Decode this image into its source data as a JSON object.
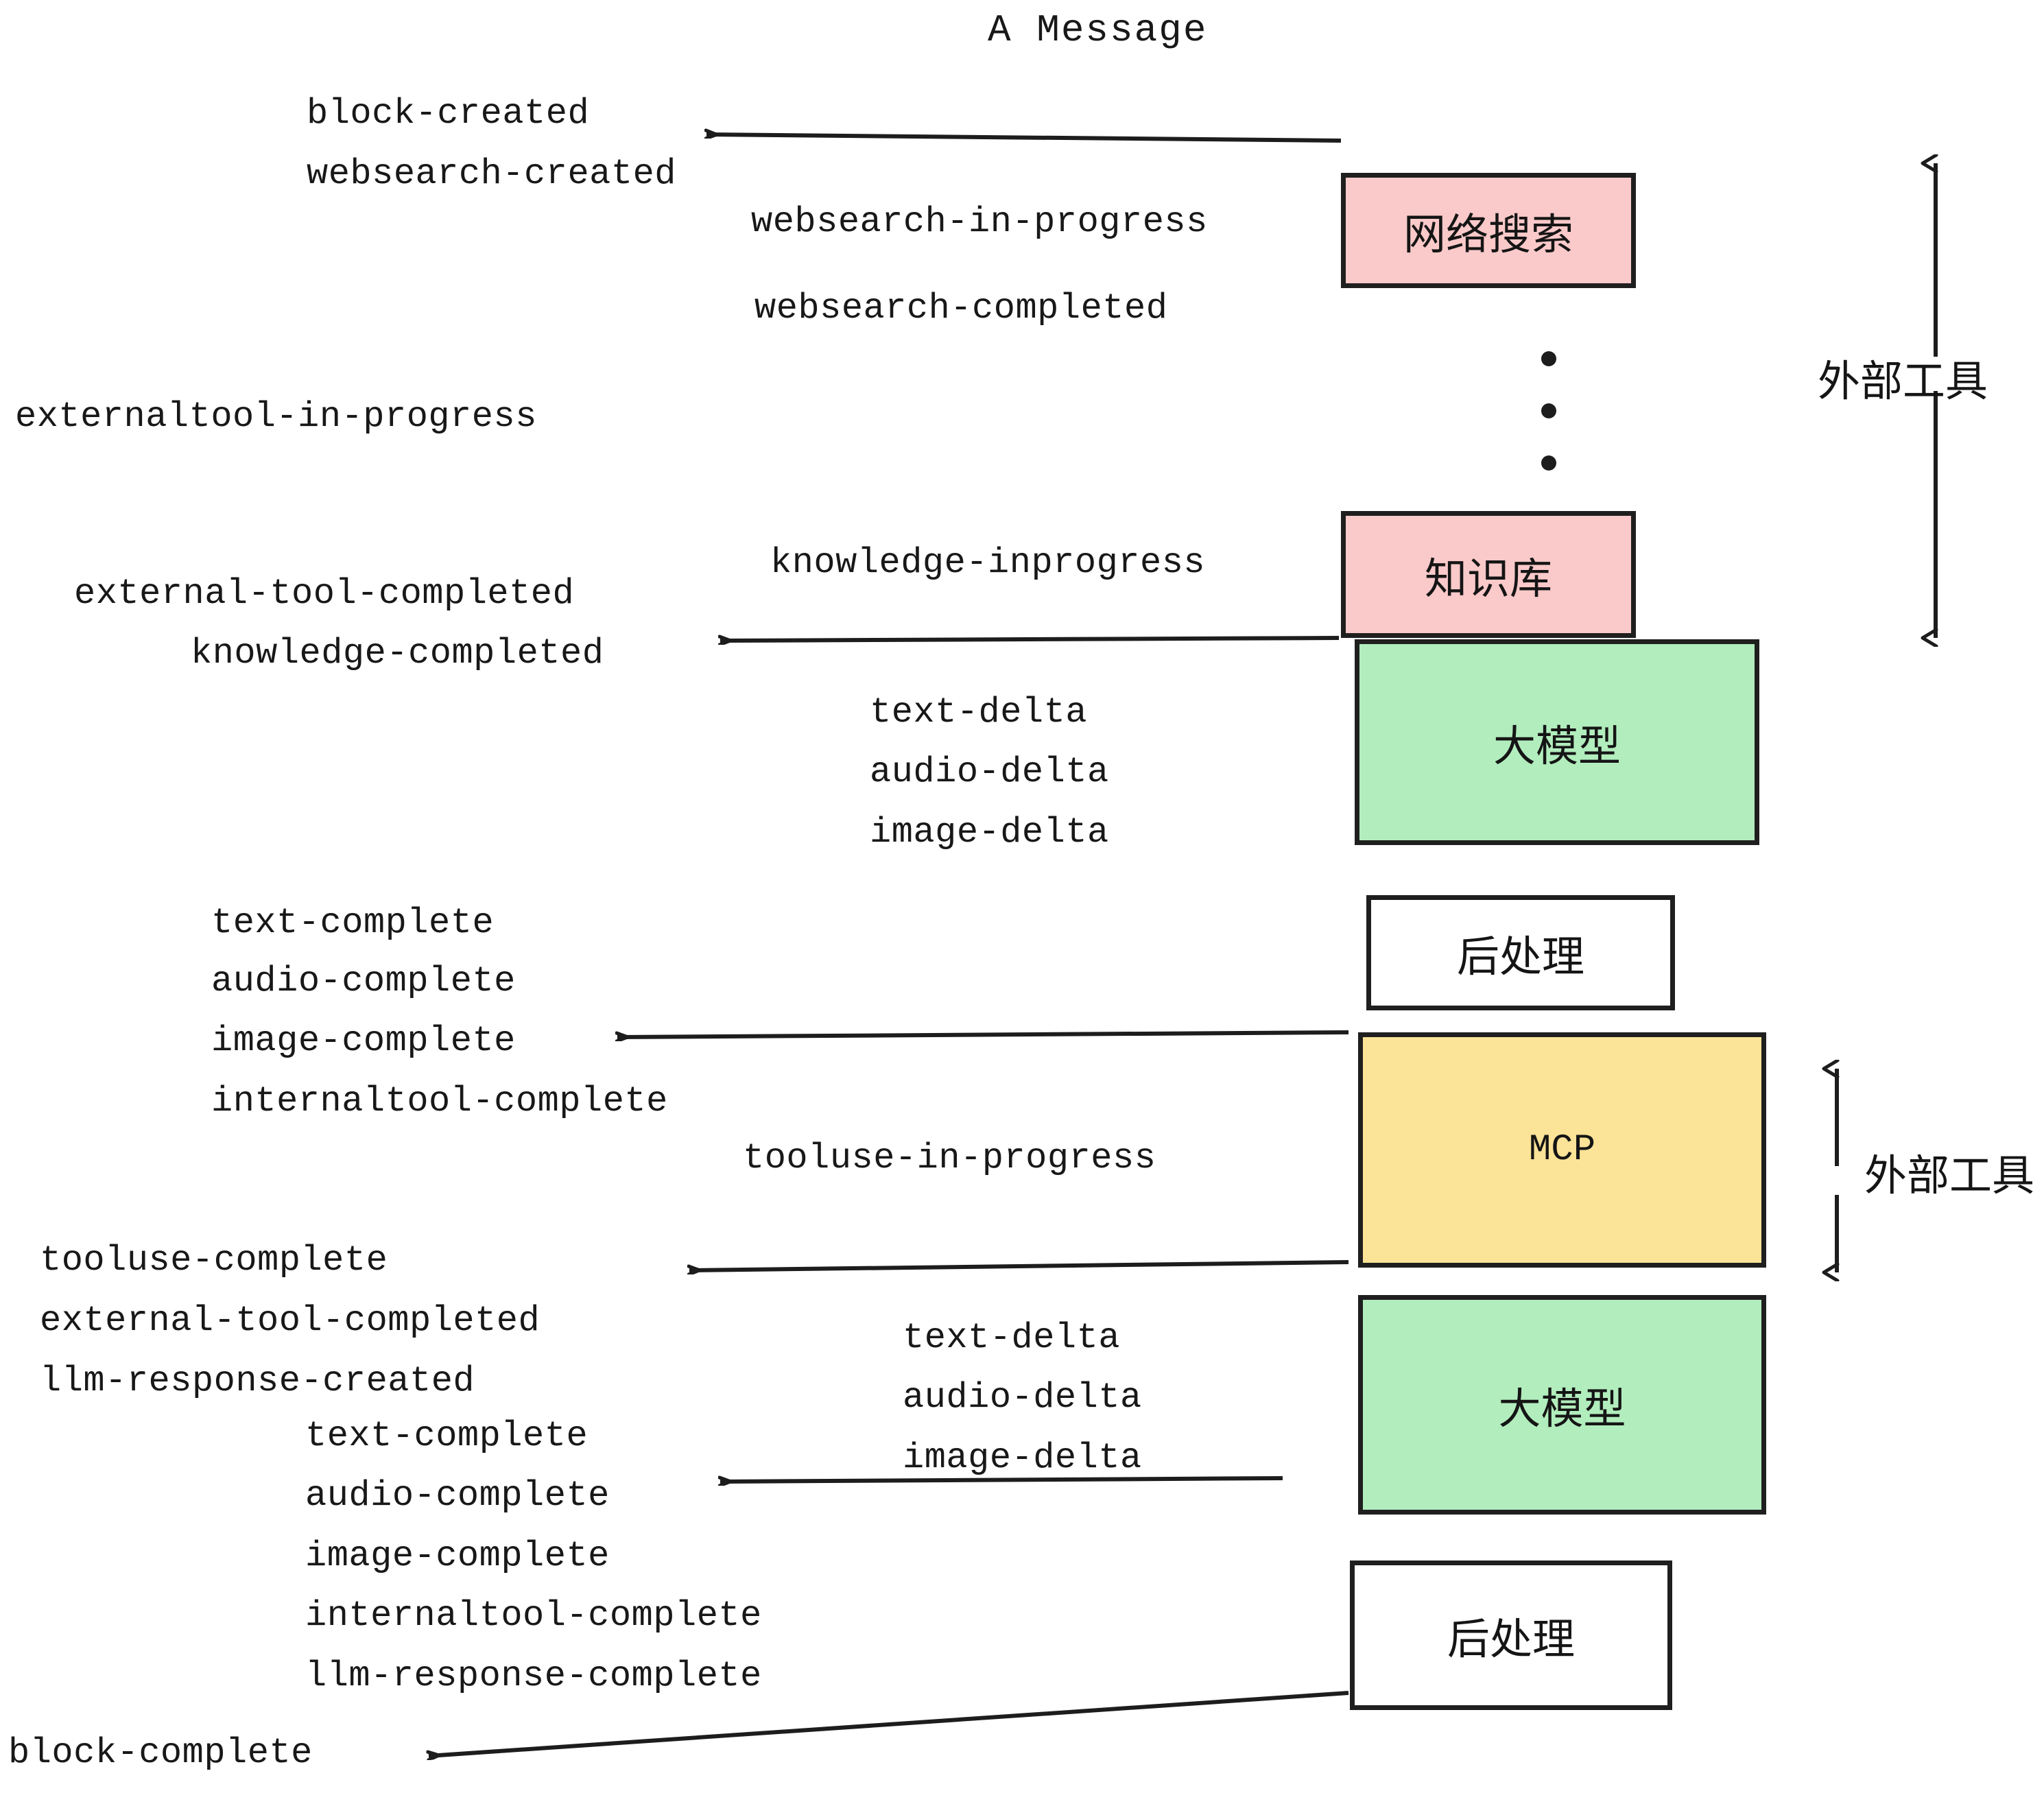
{
  "title": "A Message",
  "events": [
    {
      "id": "block-created",
      "text": "block-created"
    },
    {
      "id": "websearch-created",
      "text": "websearch-created"
    },
    {
      "id": "websearch-in-progress",
      "text": "websearch-in-progress"
    },
    {
      "id": "websearch-completed",
      "text": "websearch-completed"
    },
    {
      "id": "externaltool-in-progress",
      "text": "externaltool-in-progress"
    },
    {
      "id": "knowledge-inprogress",
      "text": "knowledge-inprogress"
    },
    {
      "id": "external-tool-completed-1",
      "text": "external-tool-completed"
    },
    {
      "id": "knowledge-completed",
      "text": "knowledge-completed"
    },
    {
      "id": "text-delta-1",
      "text": "text-delta"
    },
    {
      "id": "audio-delta-1",
      "text": "audio-delta"
    },
    {
      "id": "image-delta-1",
      "text": "image-delta"
    },
    {
      "id": "text-complete-1",
      "text": "text-complete"
    },
    {
      "id": "audio-complete-1",
      "text": "audio-complete"
    },
    {
      "id": "image-complete-1",
      "text": "image-complete"
    },
    {
      "id": "internaltool-complete-1",
      "text": "internaltool-complete"
    },
    {
      "id": "tooluse-in-progress",
      "text": "tooluse-in-progress"
    },
    {
      "id": "tooluse-complete",
      "text": "tooluse-complete"
    },
    {
      "id": "external-tool-completed-2",
      "text": "external-tool-completed"
    },
    {
      "id": "llm-response-created",
      "text": "llm-response-created"
    },
    {
      "id": "text-delta-2",
      "text": "text-delta"
    },
    {
      "id": "audio-delta-2",
      "text": "audio-delta"
    },
    {
      "id": "image-delta-2",
      "text": "image-delta"
    },
    {
      "id": "text-complete-2",
      "text": "text-complete"
    },
    {
      "id": "audio-complete-2",
      "text": "audio-complete"
    },
    {
      "id": "image-complete-2",
      "text": "image-complete"
    },
    {
      "id": "internaltool-complete-2",
      "text": "internaltool-complete"
    },
    {
      "id": "llm-response-complete",
      "text": "llm-response-complete"
    },
    {
      "id": "block-complete",
      "text": "block-complete"
    }
  ],
  "nodes": [
    {
      "id": "websearch",
      "label": "网络搜索",
      "color": "#fac9c9"
    },
    {
      "id": "knowledge",
      "label": "知识库",
      "color": "#fac9c9"
    },
    {
      "id": "llm-1",
      "label": "大模型",
      "color": "#b2edbd"
    },
    {
      "id": "postprocess-1",
      "label": "后处理",
      "color": "#ffffff"
    },
    {
      "id": "mcp",
      "label": "MCP",
      "color": "#fbe397"
    },
    {
      "id": "llm-2",
      "label": "大模型",
      "color": "#b2edbd"
    },
    {
      "id": "postprocess-2",
      "label": "后处理",
      "color": "#ffffff"
    }
  ],
  "group_labels": [
    {
      "id": "external-tools-top",
      "label": "外部工具"
    },
    {
      "id": "external-tools-bottom",
      "label": "外部工具"
    }
  ],
  "colors": {
    "pink": "#fac9c9",
    "green": "#b2edbd",
    "yellow": "#fbe397",
    "white": "#ffffff",
    "stroke": "#1f1f1f",
    "text": "#181818",
    "background": "#ffffff"
  }
}
